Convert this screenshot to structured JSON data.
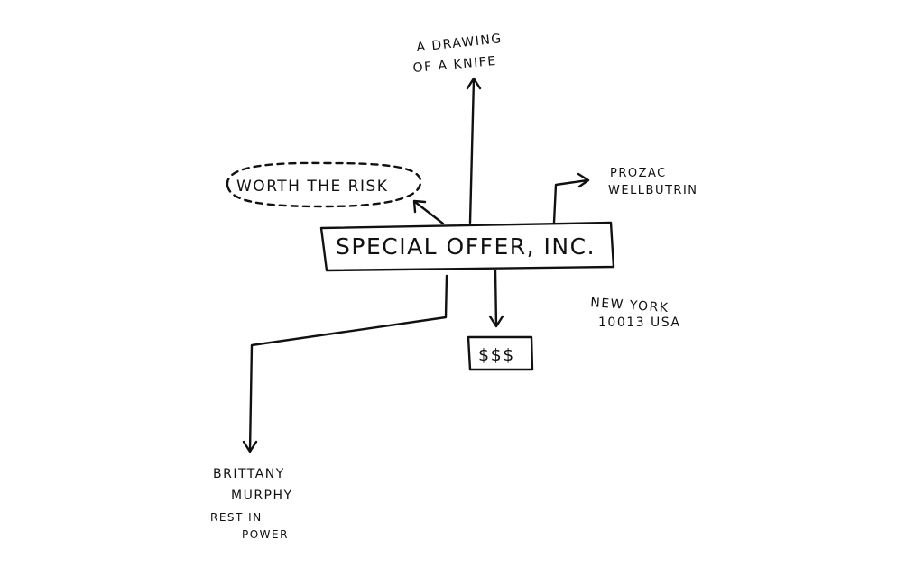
{
  "diagram": {
    "center": "SPECIAL OFFER, INC.",
    "knife_note": [
      "A DRAWING",
      "OF A KNIFE"
    ],
    "risk_note": "WORTH THE RISK",
    "drugs_note": [
      "PROZAC",
      "WELLBUTRIN"
    ],
    "money_note": "$$$",
    "address": [
      "NEW YORK",
      "10013 USA"
    ],
    "memorial_note": [
      "BRITTANY",
      "MURPHY",
      "REST IN",
      "POWER"
    ]
  },
  "colors": {
    "ink": "#111111",
    "paper": "#ffffff"
  }
}
